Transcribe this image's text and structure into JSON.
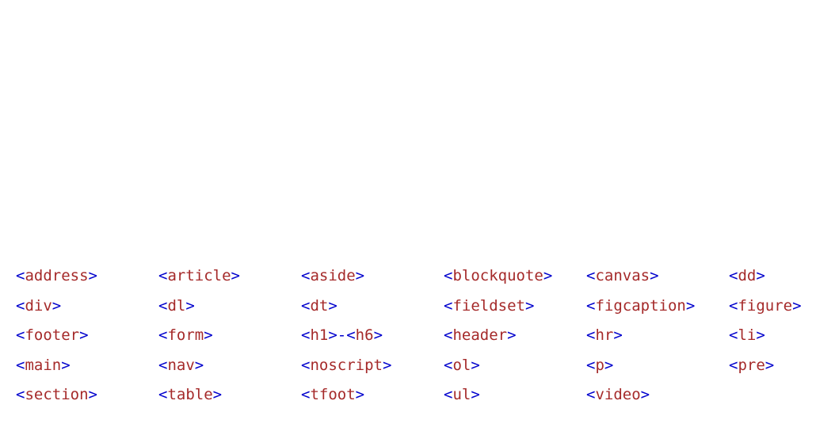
{
  "colors": {
    "bracket": "#0000cd",
    "tag_name": "#a52a2a",
    "background": "#ffffff"
  },
  "tag_rows": [
    [
      "address",
      "article",
      "aside",
      "blockquote",
      "canvas",
      "dd"
    ],
    [
      "div",
      "dl",
      "dt",
      "fieldset",
      "figcaption",
      "figure"
    ],
    [
      "footer",
      "form",
      "h1>-<h6",
      "header",
      "hr",
      "li"
    ],
    [
      "main",
      "nav",
      "noscript",
      "ol",
      "p",
      "pre"
    ],
    [
      "section",
      "table",
      "tfoot",
      "ul",
      "video"
    ]
  ]
}
